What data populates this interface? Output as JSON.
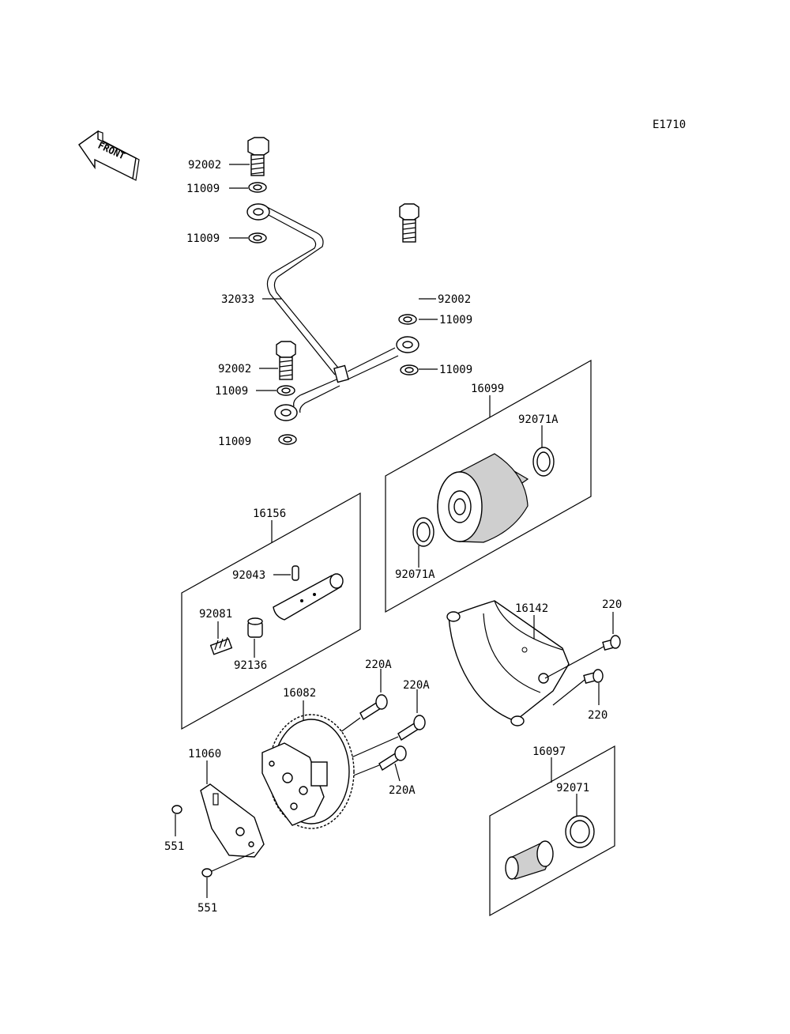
{
  "diagram_code": "E1710",
  "front_label": "FRONT",
  "labels": {
    "bolt_top": "92002",
    "washer_1": "11009",
    "washer_2": "11009",
    "pipe": "32033",
    "bolt_right": "92002",
    "washer_3": "11009",
    "washer_4": "11009",
    "bolt_left": "92002",
    "washer_5": "11009",
    "washer_6": "11009",
    "filter_assy": "16099",
    "filter_oring_top": "92071A",
    "filter_oring_bottom": "92071A",
    "relief_assy": "16156",
    "pin": "92043",
    "plug": "92081",
    "spring": "92136",
    "cover": "16142",
    "bolt_cover_top": "220",
    "bolt_cover_bottom": "220",
    "screw_a1": "220A",
    "screw_a2": "220A",
    "screw_a3": "220A",
    "pump": "16082",
    "gasket": "11060",
    "dowel_1": "551",
    "dowel_2": "551",
    "strainer_assy": "16097",
    "strainer_oring": "92071"
  }
}
